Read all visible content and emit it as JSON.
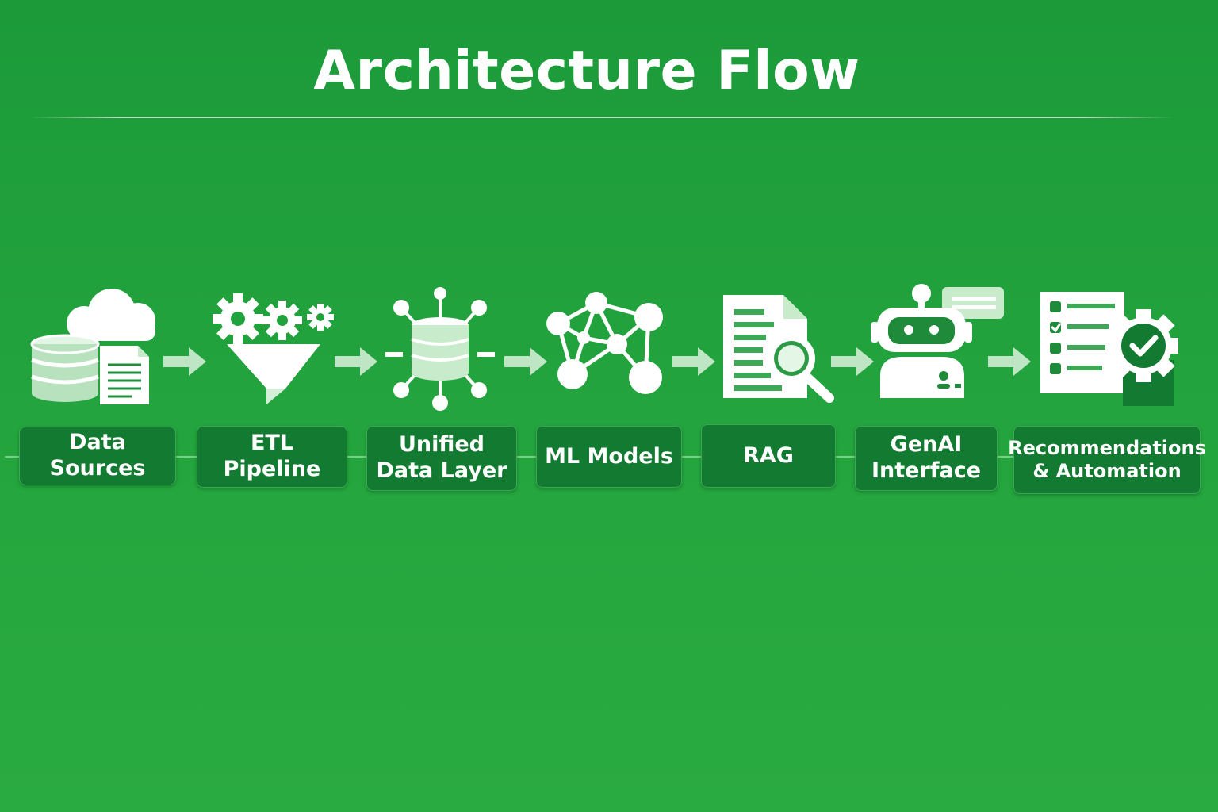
{
  "title": "Architecture Flow",
  "colors": {
    "background": "#22a23d",
    "box": "#137a31",
    "icon_white": "#ffffff",
    "icon_light_green": "#c8ebcb",
    "arrow": "#bfe6c4"
  },
  "steps": [
    {
      "label": "Data Sources",
      "icon": "database-cloud-document-icon"
    },
    {
      "label": "ETL Pipeline",
      "icon": "gears-funnel-icon"
    },
    {
      "label": "Unified\nData Layer",
      "icon": "database-hub-icon"
    },
    {
      "label": "ML Models",
      "icon": "neural-network-icon"
    },
    {
      "label": "RAG",
      "icon": "document-search-icon"
    },
    {
      "label": "GenAI\nInterface",
      "icon": "robot-chat-icon"
    },
    {
      "label": "Recommendations\n& Automation",
      "icon": "checklist-gear-icon"
    }
  ]
}
